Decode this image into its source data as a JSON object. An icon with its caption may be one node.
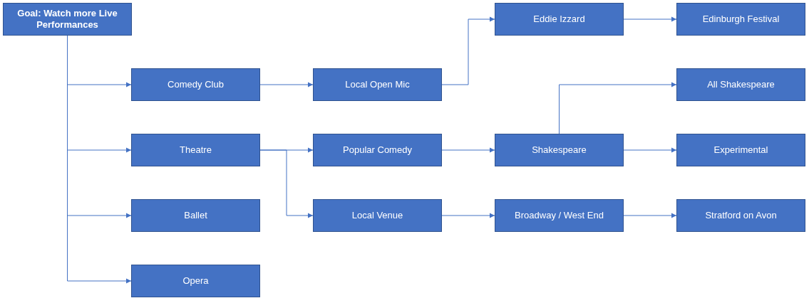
{
  "diagram": {
    "nodes": [
      {
        "text": [
          "Goal: Watch more Live Performances"
        ]
      },
      {
        "text": [
          "Comedy Club"
        ]
      },
      {
        "text": [
          "Theatre"
        ]
      },
      {
        "text": [
          "Ballet"
        ]
      },
      {
        "text": [
          "Opera"
        ]
      },
      {
        "text": [
          "Local Open Mic"
        ]
      },
      {
        "text": [
          "Popular Comedy"
        ]
      },
      {
        "text": [
          "Local Venue"
        ]
      },
      {
        "text": [
          "Eddie Izzard"
        ]
      },
      {
        "text": [
          "Shakespeare"
        ]
      },
      {
        "text": [
          "Broadway / West End"
        ]
      },
      {
        "text": [
          "Edinburgh Festival"
        ]
      },
      {
        "text": [
          "All Shakespeare"
        ]
      },
      {
        "text": [
          "Experimental"
        ]
      },
      {
        "text": [
          "Stratford on Avon"
        ]
      }
    ],
    "edges": [
      {
        "from": 0,
        "to": 1,
        "arrow": "to"
      },
      {
        "from": 0,
        "to": 2,
        "arrow": "to"
      },
      {
        "from": 0,
        "to": 3,
        "arrow": "to"
      },
      {
        "from": 0,
        "to": 4,
        "arrow": "to"
      },
      {
        "from": 1,
        "to": 5,
        "arrow": "to"
      },
      {
        "from": 5,
        "to": 8,
        "arrow": "to"
      },
      {
        "from": 8,
        "to": 11,
        "arrow": "to"
      },
      {
        "from": 2,
        "to": 6,
        "arrow": "to"
      },
      {
        "from": 2,
        "to": 7,
        "arrow": "to"
      },
      {
        "from": 6,
        "to": 9,
        "arrow": "to"
      },
      {
        "from": 9,
        "to": 12,
        "arrow": "to"
      },
      {
        "from": 9,
        "to": 13,
        "arrow": "to"
      },
      {
        "from": 7,
        "to": 10,
        "arrow": "to"
      },
      {
        "from": 10,
        "to": 14,
        "arrow": "to"
      }
    ]
  }
}
